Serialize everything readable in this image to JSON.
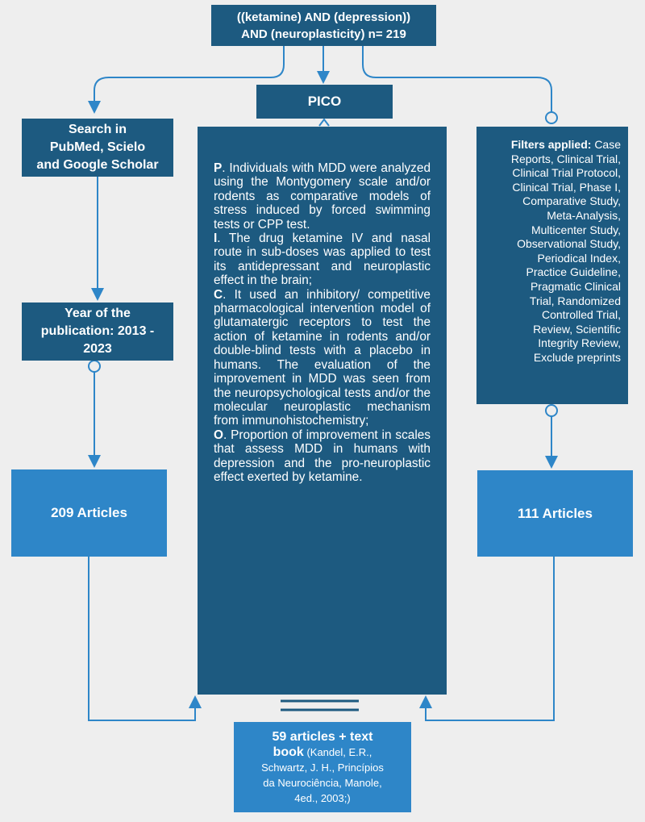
{
  "query": {
    "line1": "((ketamine) AND (depression))",
    "line2": "AND (neuroplasticity) n= 219"
  },
  "pico": {
    "title": "PICO"
  },
  "search": {
    "line1": "Search in",
    "line2": "PubMed,  Scielo",
    "line3": "and Google Scholar"
  },
  "year": {
    "line1": "Year of the",
    "line2": "publication: 2013 -",
    "line3": "2023"
  },
  "left_result": "209 Articles",
  "right_result": "111 Articles",
  "filters": {
    "label": "Filters applied:",
    "first": "Case",
    "lines": [
      "Reports, Clinical Trial,",
      "Clinical Trial Protocol,",
      "Clinical Trial, Phase I,",
      "Comparative Study,",
      "Meta-Analysis,",
      "Multicenter Study,",
      "Observational Study,",
      "Periodical Index,",
      "Practice Guideline,",
      "Pragmatic Clinical",
      "Trial, Randomized",
      "Controlled Trial,",
      "Review, Scientific",
      "Integrity Review,",
      "Exclude preprints"
    ]
  },
  "criteria": {
    "p_letter": "P",
    "p_text": ". Individuals with MDD were analyzed using the Montygomery scale and/or rodents as comparative models of stress induced by forced swimming tests or CPP test.",
    "i_letter": "I",
    "i_text": ". The drug ketamine IV and nasal route in sub-doses was applied to test its antidepressant and neuroplastic effect in the brain;",
    "c_letter": "C",
    "c_text": ". It used an inhibitory/ competitive pharmacological intervention model of glutamatergic receptors to test the action of ketamine in rodents and/or double-blind tests with a placebo in humans. The evaluation of the improvement in MDD was seen from the neuropsychological tests and/or the molecular neuroplastic mechanism from immunohistochemistry;",
    "o_letter": "O",
    "o_text": ". Proportion of improvement in scales that assess MDD in humans with depression and the pro-neuroplastic effect exerted by ketamine."
  },
  "final": {
    "line1": "59 articles + text",
    "line2_bold": "book",
    "line2_rest": " (Kandel, E.R.,",
    "line3": "Schwartz, J. H., Princípios",
    "line4": "da Neurociência, Manole,",
    "line5": "4ed., 2003;)"
  },
  "colors": {
    "navy": "#1d5a80",
    "blue": "#2e86c8",
    "connector": "#2e86c8",
    "background": "#eeeeee"
  }
}
